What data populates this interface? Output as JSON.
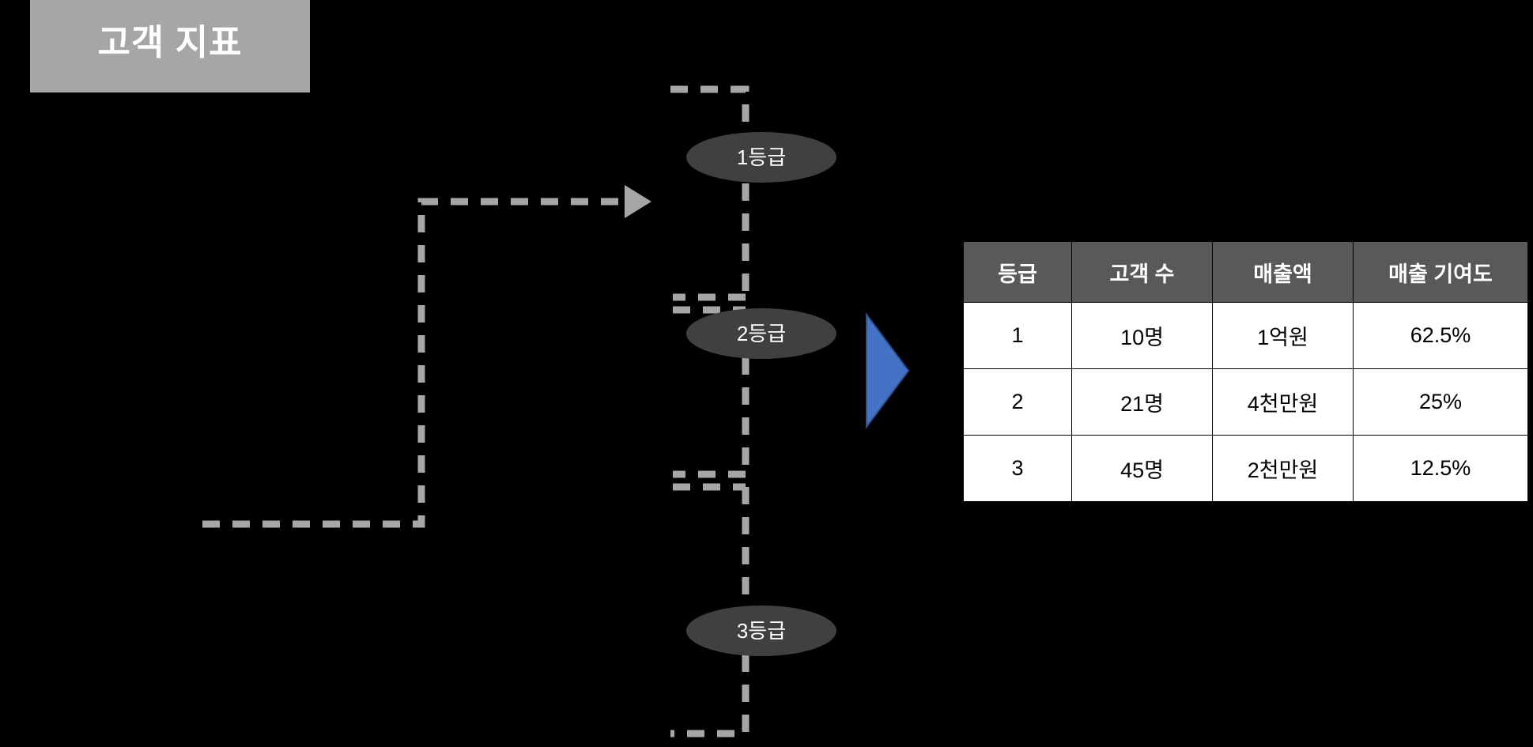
{
  "slide": {
    "background_color": "#000000",
    "title": {
      "text": "고객 지표",
      "box_color": "#A6A6A6",
      "text_color": "#FFFFFF"
    }
  },
  "diagram": {
    "node_fill_color": "#404040",
    "node_text_color": "#FFFFFF",
    "connector_color": "#A6A6A6",
    "arrow_color": "#4472C4",
    "arrow_icon_name": "right-triangle-arrow",
    "nodes": [
      {
        "id": "grade-1",
        "label": "1등급"
      },
      {
        "id": "grade-2",
        "label": "2등급"
      },
      {
        "id": "grade-3",
        "label": "3등급"
      }
    ]
  },
  "table": {
    "header_fill_color": "#595959",
    "header_text_color": "#FFFFFF",
    "cell_fill_color": "#FFFFFF",
    "cell_text_color": "#000000",
    "columns": [
      "등급",
      "고객 수",
      "매출액",
      "매출 기여도"
    ],
    "rows": [
      {
        "grade": "1",
        "customers": "10명",
        "revenue": "1억원",
        "share": "62.5%"
      },
      {
        "grade": "2",
        "customers": "21명",
        "revenue": "4천만원",
        "share": "25%"
      },
      {
        "grade": "3",
        "customers": "45명",
        "revenue": "2천만원",
        "share": "12.5%"
      }
    ]
  },
  "chart_data": {
    "type": "table",
    "title": "고객 지표",
    "categories": [
      "1등급",
      "2등급",
      "3등급"
    ],
    "series": [
      {
        "name": "고객 수",
        "values": [
          10,
          21,
          45
        ],
        "unit": "명"
      },
      {
        "name": "매출액",
        "values": [
          100000000,
          40000000,
          20000000
        ],
        "unit": "원",
        "labels": [
          "1억원",
          "4천만원",
          "2천만원"
        ]
      },
      {
        "name": "매출 기여도",
        "values": [
          62.5,
          25,
          12.5
        ],
        "unit": "%",
        "labels": [
          "62.5%",
          "25%",
          "12.5%"
        ]
      }
    ],
    "xlabel": "등급",
    "ylabel": "",
    "grid": false,
    "legend": "none"
  }
}
